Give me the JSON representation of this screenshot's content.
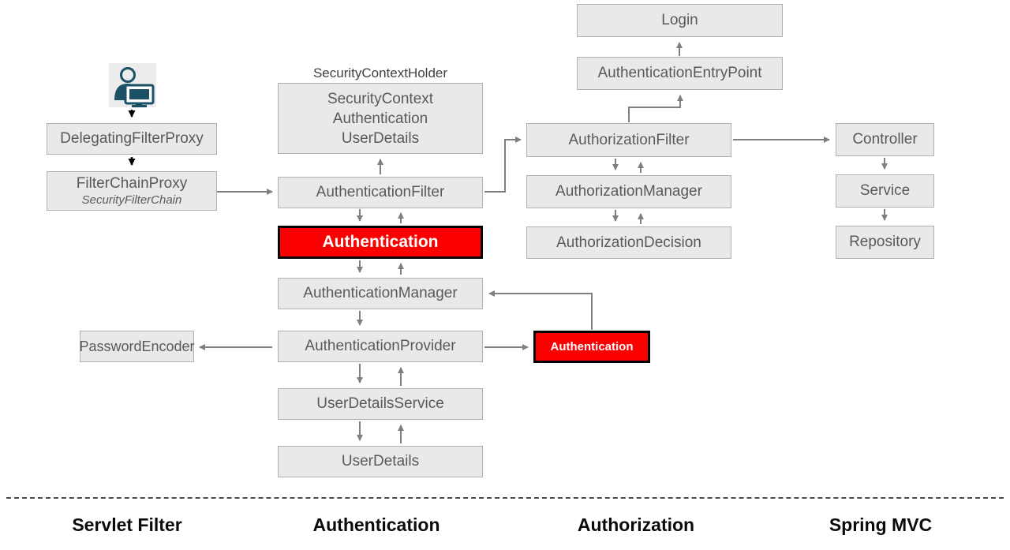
{
  "colors": {
    "box_fill": "#e9e9e9",
    "box_border": "#b0b0b0",
    "box_text": "#595959",
    "highlight_fill": "#fb0000",
    "highlight_border": "#000000",
    "highlight_text": "#ffffff",
    "arrow_gray": "#7f7f7f",
    "arrow_black": "#000000",
    "user_icon_color": "#1b5066",
    "user_icon_bg": "#ececec"
  },
  "servlet_filter": {
    "user_icon": "user-at-computer-icon",
    "delegating_filter_proxy": "DelegatingFilterProxy",
    "filter_chain_proxy": "FilterChainProxy",
    "security_filter_chain": "SecurityFilterChain"
  },
  "authentication": {
    "security_context_holder_title": "SecurityContextHolder",
    "security_context_items": [
      "SecurityContext",
      "Authentication",
      "UserDetails"
    ],
    "authentication_filter": "AuthenticationFilter",
    "authentication_token": "Authentication",
    "authentication_manager": "AuthenticationManager",
    "authentication_provider": "AuthenticationProvider",
    "password_encoder": "PasswordEncoder",
    "user_details_service": "UserDetailsService",
    "user_details": "UserDetails",
    "authentication_result_token": "Authentication"
  },
  "authorization": {
    "login": "Login",
    "authentication_entry_point": "AuthenticationEntryPoint",
    "authorization_filter": "AuthorizationFilter",
    "authorization_manager": "AuthorizationManager",
    "authorization_decision": "AuthorizationDecision"
  },
  "spring_mvc": {
    "controller": "Controller",
    "service": "Service",
    "repository": "Repository"
  },
  "lanes": [
    {
      "label": "Servlet Filter"
    },
    {
      "label": "Authentication"
    },
    {
      "label": "Authorization"
    },
    {
      "label": "Spring MVC"
    }
  ]
}
